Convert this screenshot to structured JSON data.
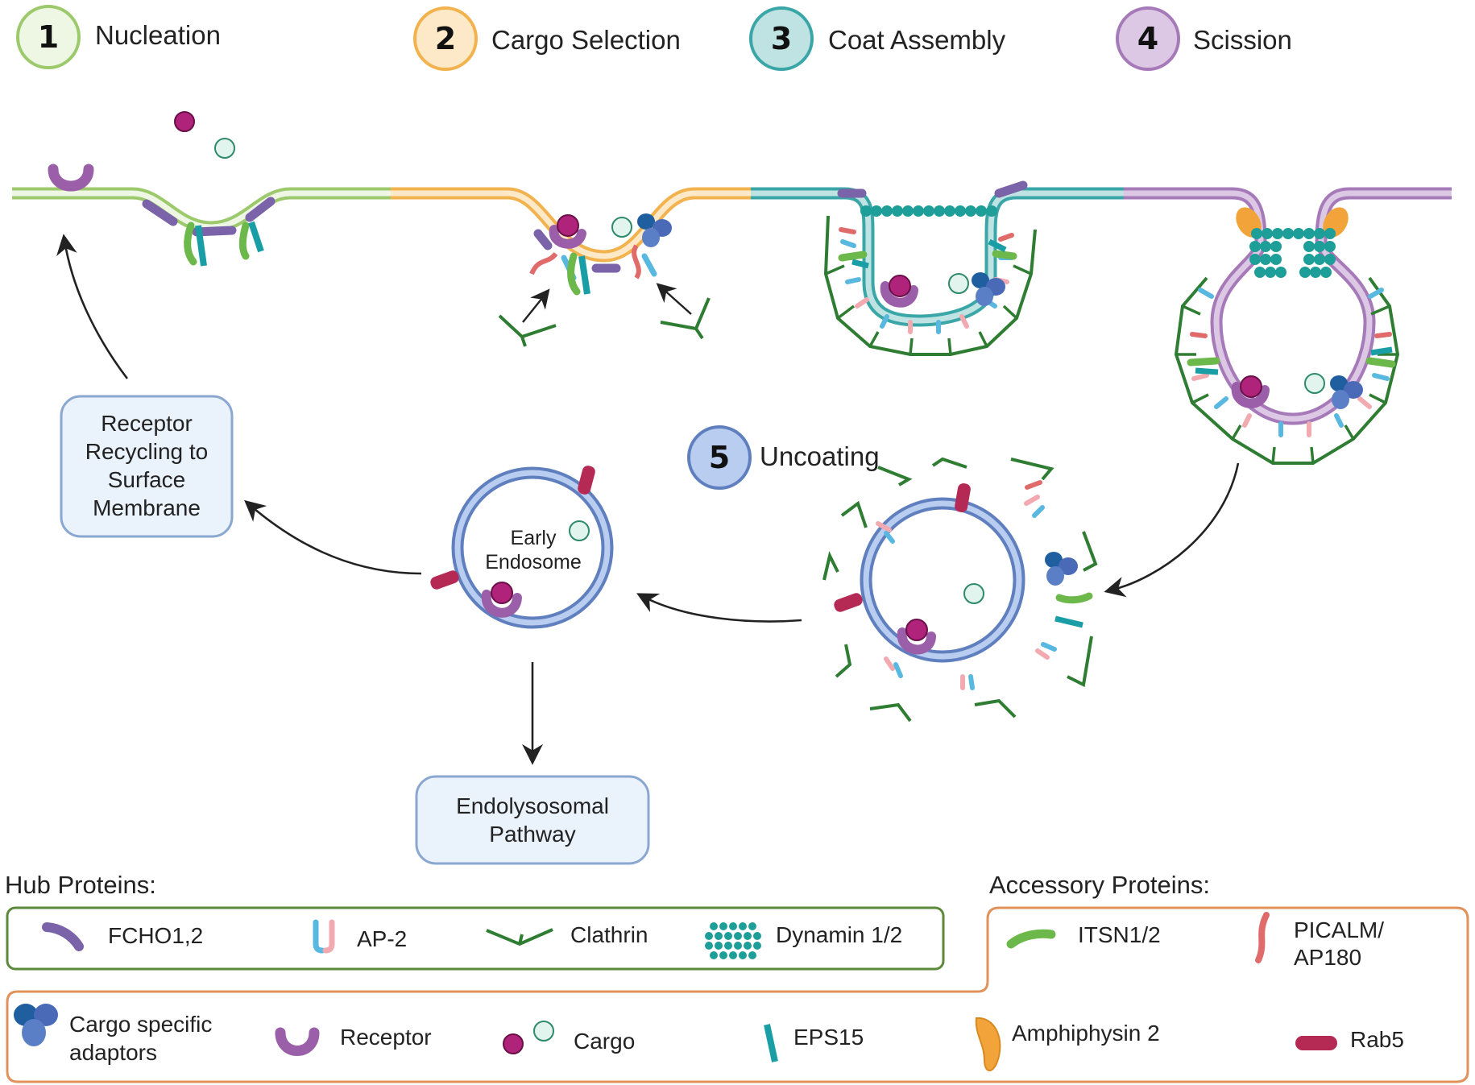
{
  "colors": {
    "nucleation": "#9cc96b",
    "nucleation_fill": "#eef6e4",
    "cargo_selection": "#f2b24e",
    "cargo_selection_fill": "#fde9c8",
    "coat_assembly": "#3aa6a8",
    "coat_assembly_fill": "#bfe3e3",
    "scission": "#a67ab9",
    "scission_fill": "#dcc8e4",
    "uncoating": "#5f7fbf",
    "uncoating_fill": "#b8cdf0",
    "fcho": "#7a63a8",
    "ap2_blue": "#59b8e0",
    "ap2_pink": "#f2a9b0",
    "clathrin": "#2e7d32",
    "dynamin": "#1e9e98",
    "itsn": "#6db84a",
    "picalm": "#e06b6b",
    "adaptor_dark": "#1f5fa0",
    "adaptor_light": "#5b7fc7",
    "receptor": "#9a5fa8",
    "cargo_magenta": "#b0237a",
    "cargo_mint": "#e1f5ee",
    "eps15": "#1a9ea6",
    "amphiphysin": "#f2a43a",
    "rab5": "#b52a55",
    "box_fill": "#eaf2fb",
    "box_stroke": "#8aa7d2",
    "hub_border": "#5a8a3a",
    "acc_border": "#e0925a"
  },
  "steps": [
    {
      "num": "1",
      "label": "Nucleation"
    },
    {
      "num": "2",
      "label": "Cargo Selection"
    },
    {
      "num": "3",
      "label": "Coat Assembly"
    },
    {
      "num": "4",
      "label": "Scission"
    },
    {
      "num": "5",
      "label": "Uncoating"
    }
  ],
  "boxes": {
    "recycling": [
      "Receptor",
      "Recycling to",
      "Surface",
      "Membrane"
    ],
    "endolysosomal": [
      "Endolysosomal",
      "Pathway"
    ]
  },
  "endosome_label": [
    "Early",
    "Endosome"
  ],
  "legend": {
    "hub_title": "Hub Proteins:",
    "accessory_title": "Accessory Proteins:",
    "fcho": "FCHO1,2",
    "ap2": "AP-2",
    "clathrin": "Clathrin",
    "dynamin": "Dynamin 1/2",
    "itsn": "ITSN1/2",
    "picalm": [
      "PICALM/",
      "AP180"
    ],
    "adaptors": [
      "Cargo specific",
      "adaptors"
    ],
    "receptor": "Receptor",
    "cargo": "Cargo",
    "eps15": "EPS15",
    "amphiphysin": "Amphiphysin 2",
    "rab5": "Rab5"
  }
}
